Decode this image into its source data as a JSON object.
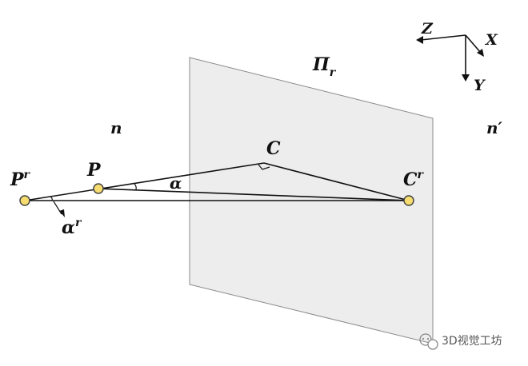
{
  "labels": {
    "axis_z": "Z",
    "axis_x": "X",
    "axis_y": "Y",
    "plane": "Π",
    "plane_sub": "r",
    "medium_left": "n",
    "medium_right": "n′",
    "point_c": "C",
    "point_p": "P",
    "point_pr": "P",
    "point_pr_sup": "r",
    "point_cr": "C",
    "point_cr_sup": "r",
    "angle_alpha": "α",
    "angle_alpha_r": "α",
    "angle_alpha_r_sup": "r"
  },
  "watermark": {
    "text": "3D视觉工坊",
    "icon": "wechat-icon"
  },
  "colors": {
    "plane_fill": "#ededed",
    "plane_stroke": "#8a8a8a",
    "line": "#111111",
    "point_fill": "#f7dc6f",
    "point_stroke": "#444444"
  }
}
